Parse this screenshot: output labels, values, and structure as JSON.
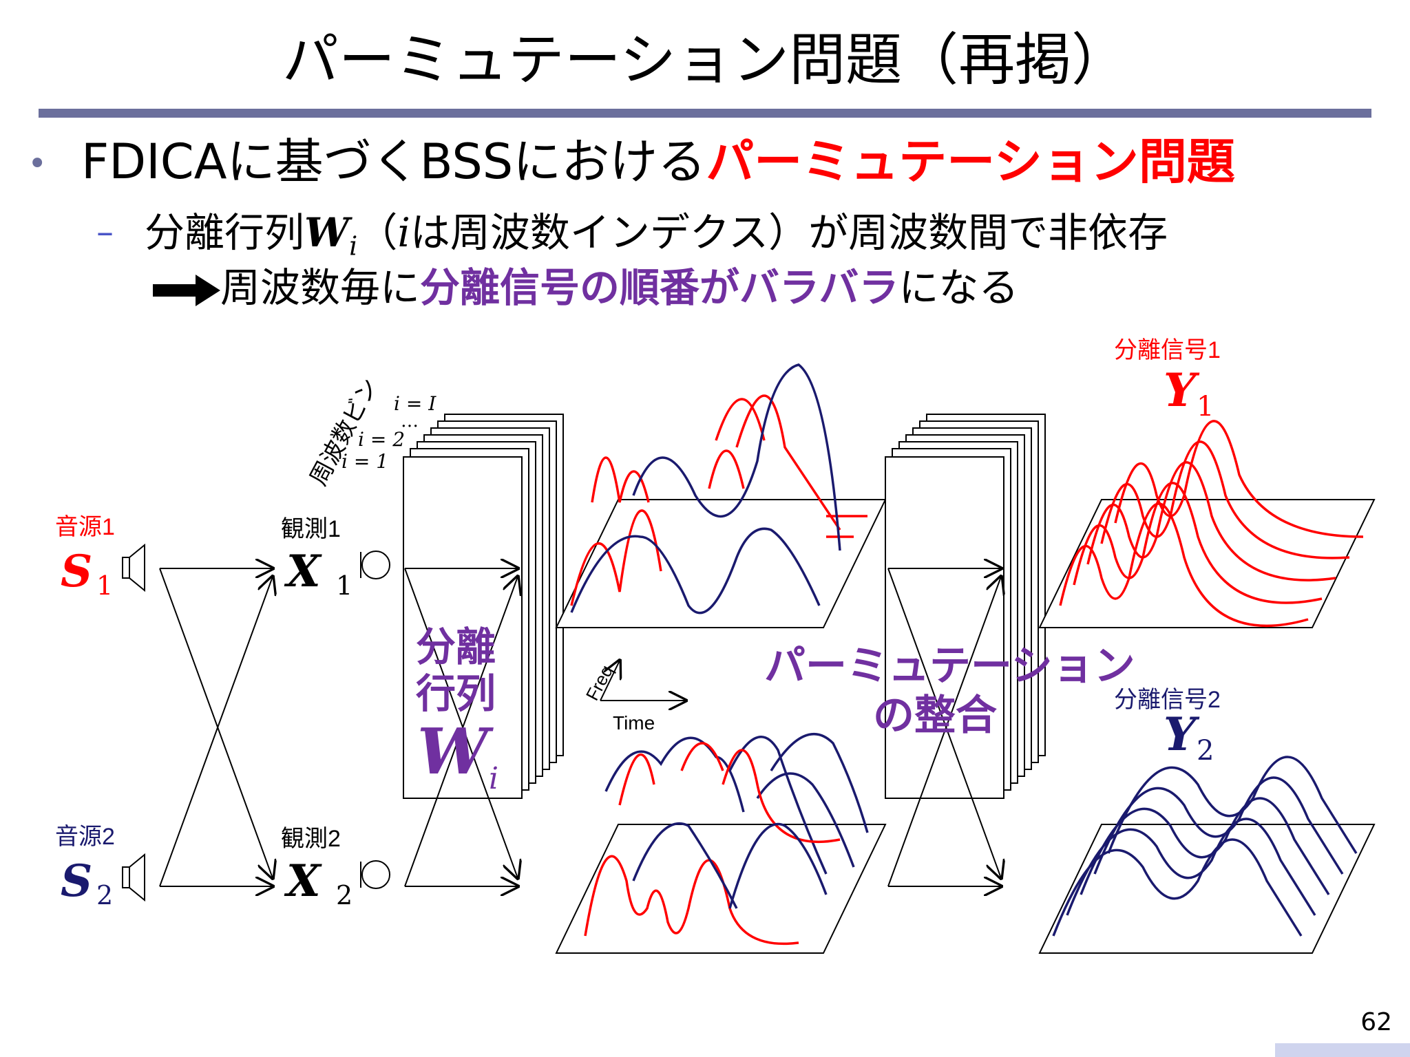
{
  "slide": {
    "title": "パーミュテーション問題（再掲）",
    "page_number": "62"
  },
  "bullet": {
    "prefix": "FDICAに基づくBSSにおける",
    "highlight": "パーミュテーション問題"
  },
  "sub": {
    "text1": "分離行列",
    "W": "W",
    "i": "i",
    "text2": "（",
    "text3": "は周波数インデクス）が周波数間で非依存",
    "arrow_text_before": "周波数毎に",
    "arrow_highlight": "分離信号の順番がバラバラ",
    "arrow_text_after": "になる"
  },
  "diagram": {
    "source1_label": "音源1",
    "source2_label": "音源2",
    "S": "S",
    "X": "X",
    "Y": "Y",
    "sub1": "1",
    "sub2": "2",
    "obs1_label": "観測1",
    "obs2_label": "観測2",
    "freq_bin_label": "周波数ビン",
    "i_eq_I": "i = I",
    "i_eq_2": "i = 2",
    "i_eq_1": "i = 1",
    "dots": "…",
    "sep_matrix_line1": "分離",
    "sep_matrix_line2": "行列",
    "W": "W",
    "i": "i",
    "freq_axis": "Freq",
    "time_axis": "Time",
    "permutation_line1": "パーミュテーション",
    "permutation_line2": "の整合",
    "out1_label": "分離信号1",
    "out2_label": "分離信号2"
  },
  "colors": {
    "red": "#ff0000",
    "navy": "#1a1a6e",
    "purple": "#7030a0",
    "rule": "#6b6f9c"
  }
}
